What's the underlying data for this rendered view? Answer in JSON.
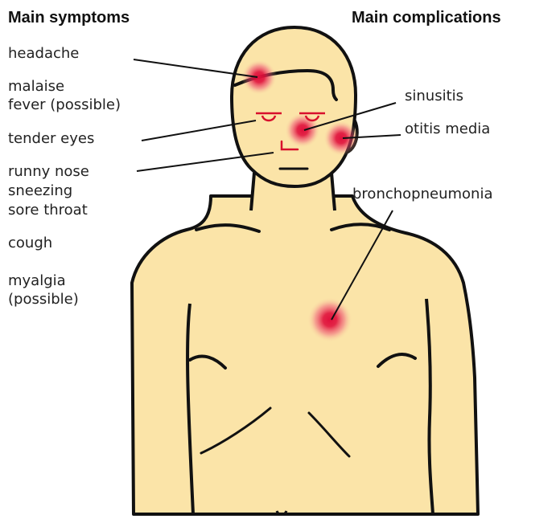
{
  "headings": {
    "symptoms": "Main symptoms",
    "complications": "Main complications"
  },
  "symptoms": [
    {
      "text": "headache"
    },
    {
      "text": "malaise"
    },
    {
      "text": "fever (possible)"
    },
    {
      "text": "tender eyes"
    },
    {
      "text": "runny nose"
    },
    {
      "text": "sneezing"
    },
    {
      "text": "sore throat"
    },
    {
      "text": "cough"
    },
    {
      "text": "myalgia"
    },
    {
      "text": "(possible)"
    }
  ],
  "complications": [
    {
      "text": "sinusitis"
    },
    {
      "text": "otitis media"
    },
    {
      "text": "bronchopneumonia"
    }
  ],
  "colors": {
    "skin": "#fbe4a8",
    "outline": "#111111",
    "hotspot": "#e0103c",
    "facial_features": "#d8102c",
    "text": "#222222"
  }
}
